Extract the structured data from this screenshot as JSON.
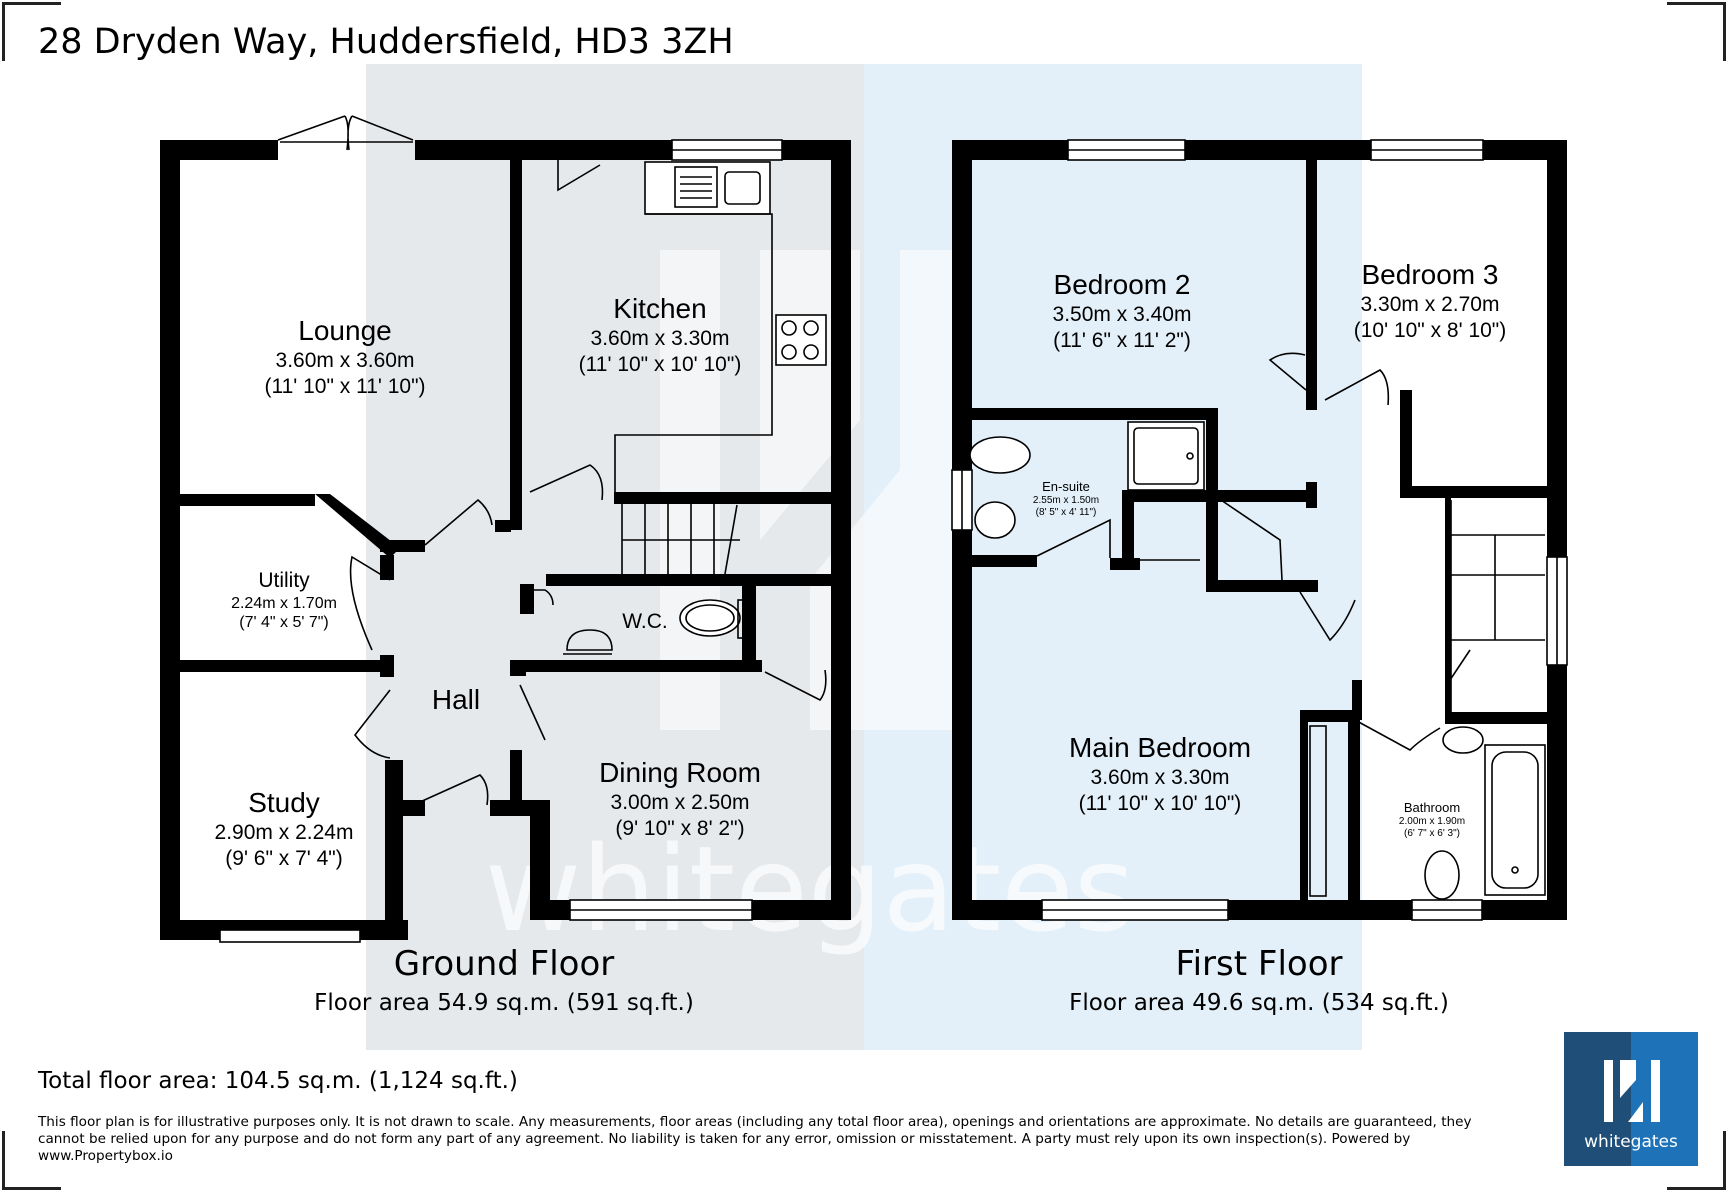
{
  "title": "28 Dryden Way, Huddersfield, HD3 3ZH",
  "watermark_text": "whitegates",
  "colors": {
    "ground_panel": "#e6e9ec",
    "first_panel": "#e3f0f9",
    "wall": "#000000",
    "logo_dark": "#1f4e79",
    "logo_light": "#1e73b8"
  },
  "ground_floor": {
    "title": "Ground Floor",
    "area": "Floor area 54.9 sq.m. (591 sq.ft.)",
    "rooms": [
      {
        "name": "Lounge",
        "metric": "3.60m x 3.60m",
        "imperial": "(11' 10\" x 11' 10\")"
      },
      {
        "name": "Kitchen",
        "metric": "3.60m x 3.30m",
        "imperial": "(11' 10\" x 10' 10\")"
      },
      {
        "name": "Utility",
        "metric": "2.24m x 1.70m",
        "imperial": "(7' 4\" x 5' 7\")"
      },
      {
        "name": "W.C."
      },
      {
        "name": "Hall"
      },
      {
        "name": "Study",
        "metric": "2.90m x 2.24m",
        "imperial": "(9' 6\" x 7' 4\")"
      },
      {
        "name": "Dining Room",
        "metric": "3.00m x 2.50m",
        "imperial": "(9' 10\" x 8' 2\")"
      }
    ]
  },
  "first_floor": {
    "title": "First Floor",
    "area": "Floor area 49.6 sq.m. (534 sq.ft.)",
    "rooms": [
      {
        "name": "Bedroom 2",
        "metric": "3.50m x 3.40m",
        "imperial": "(11' 6\" x 11' 2\")"
      },
      {
        "name": "Bedroom 3",
        "metric": "3.30m x 2.70m",
        "imperial": "(10' 10\" x 8' 10\")"
      },
      {
        "name": "En-suite",
        "metric": "2.55m x 1.50m",
        "imperial": "(8' 5\" x 4' 11\")"
      },
      {
        "name": "Main Bedroom",
        "metric": "3.60m x 3.30m",
        "imperial": "(11' 10\" x 10' 10\")"
      },
      {
        "name": "Bathroom",
        "metric": "2.00m x 1.90m",
        "imperial": "(6' 7\" x 6' 3\")"
      }
    ]
  },
  "total_area": "Total floor area: 104.5 sq.m. (1,124 sq.ft.)",
  "disclaimer": "This floor plan is for illustrative purposes only. It is not drawn to scale. Any measurements, floor areas (including any total floor area), openings and orientations are approximate. No details are guaranteed, they cannot be relied upon for any purpose and do not form any part of any agreement. No liability is taken for any error, omission or misstatement. A party must rely upon its own inspection(s). Powered by www.Propertybox.io",
  "logo": {
    "text": "whitegates"
  }
}
